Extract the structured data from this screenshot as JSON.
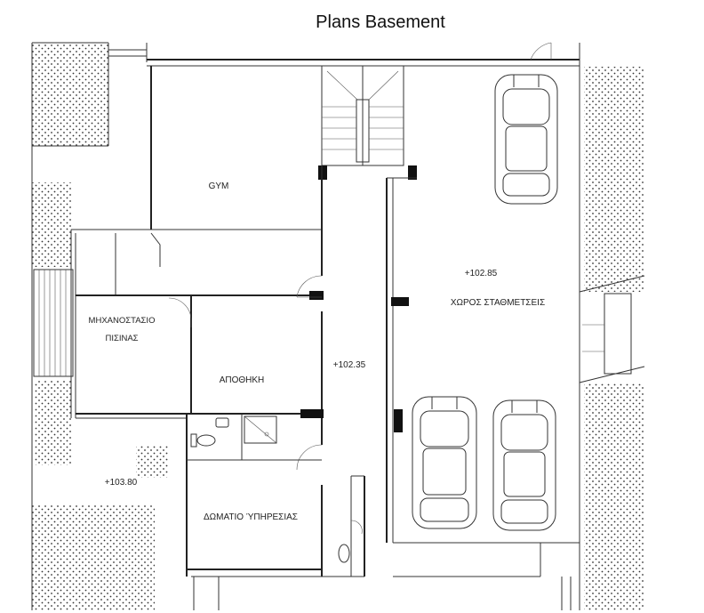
{
  "title": "Plans Basement",
  "rooms": {
    "gym": "GYM",
    "pool_machine_room_line1": "ΜΗΧΑΝΟΣΤΑΣΙΟ",
    "pool_machine_room_line2": "ΠΙΣΙΝΑΣ",
    "storage": "ΑΠΟΘΗΚΗ",
    "service_room": "ΔΩΜΑΤΙΟ ΎΠΗΡΕΣΙΑΣ",
    "parking_area": "ΧΩΡΟΣ ΣΤΑΘΜΕΤΣΕΙΣ"
  },
  "levels": {
    "parking": "+102.85",
    "corridor": "+102.35",
    "outdoor": "+103.80"
  },
  "colors": {
    "line": "#222222",
    "hatch": "#333333",
    "background": "#ffffff"
  }
}
